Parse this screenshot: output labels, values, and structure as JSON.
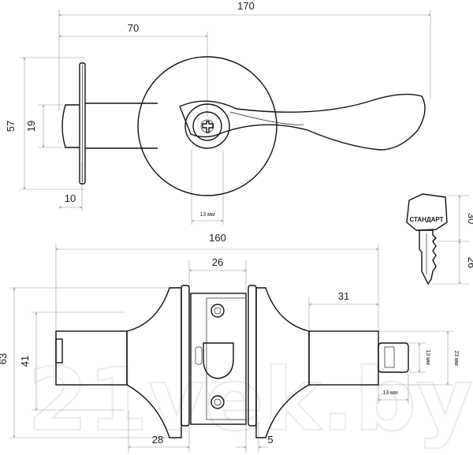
{
  "watermark": "21vek.by",
  "top_view": {
    "dim_overall_length": "170",
    "dim_rosette_to_center": "70",
    "dim_rosette_height": "57",
    "dim_spindle_diameter": "19",
    "dim_spindle_length": "10",
    "dim_cylinder_width": "13 мм"
  },
  "key": {
    "brand": "СТАНДАРТ",
    "dim_head_length": "30",
    "dim_blade_length": "26"
  },
  "side_view": {
    "dim_overall_length": "160",
    "dim_latch_plate_width": "26",
    "dim_spindle_projection": "31",
    "dim_overall_height": "63",
    "dim_body_height": "41",
    "dim_spindle_square": "13 мм",
    "dim_spindle_width": "23 мм",
    "dim_spindle_tip": "13 мм",
    "dim_backset_to_rosette": "28",
    "dim_plate_thickness": "5"
  }
}
